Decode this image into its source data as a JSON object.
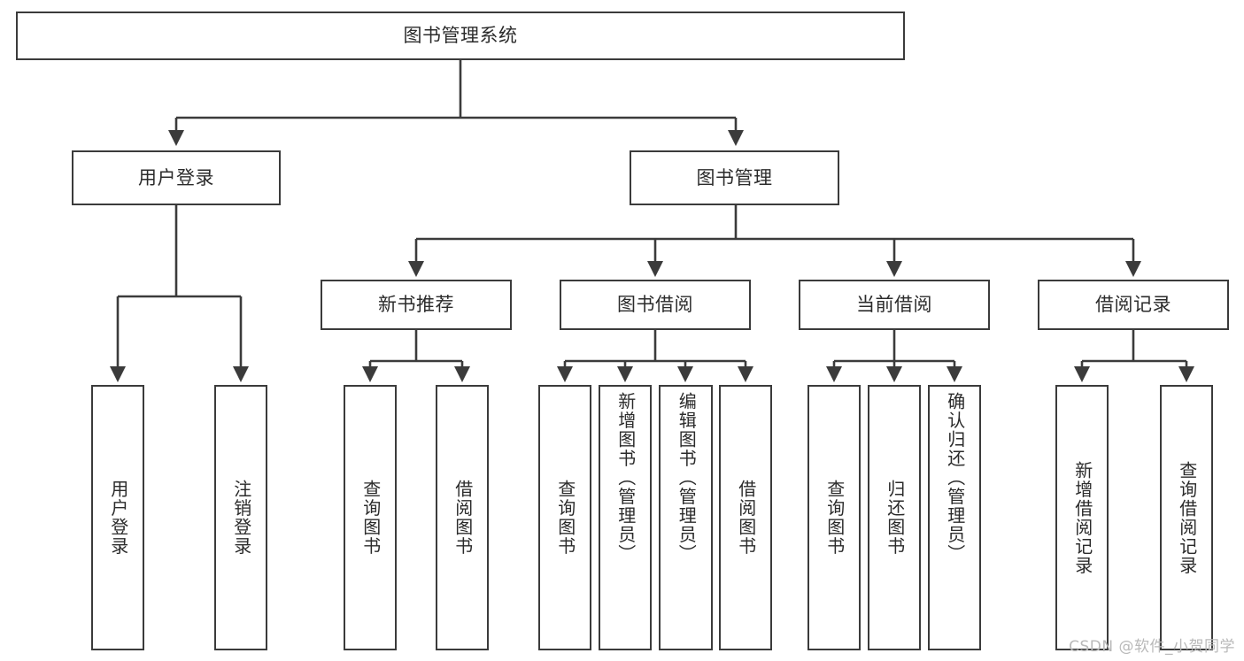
{
  "diagram": {
    "title": "图书管理系统",
    "watermark": "CSDN @软件_小贺同学",
    "colors": {
      "stroke": "#3b3b3b",
      "text": "#2b2b2b",
      "background": "#ffffff",
      "watermark": "#b9b9b9"
    },
    "nodes": {
      "root": {
        "label": "图书管理系统"
      },
      "level2": [
        {
          "label": "用户登录"
        },
        {
          "label": "图书管理"
        }
      ],
      "level3": [
        {
          "label": "新书推荐"
        },
        {
          "label": "图书借阅"
        },
        {
          "label": "当前借阅"
        },
        {
          "label": "借阅记录"
        }
      ],
      "leaves_user_login": [
        {
          "label": "用户登录"
        },
        {
          "label": "注销登录"
        }
      ],
      "leaves_new_book": [
        {
          "label": "查询图书"
        },
        {
          "label": "借阅图书"
        }
      ],
      "leaves_borrow": [
        {
          "label": "查询图书"
        },
        {
          "label": "新增图书（管理员）"
        },
        {
          "label": "编辑图书（管理员）"
        },
        {
          "label": "借阅图书"
        }
      ],
      "leaves_current": [
        {
          "label": "查询图书"
        },
        {
          "label": "归还图书"
        },
        {
          "label": "确认归还（管理员）"
        }
      ],
      "leaves_records": [
        {
          "label": "新增借阅记录"
        },
        {
          "label": "查询借阅记录"
        }
      ]
    }
  }
}
